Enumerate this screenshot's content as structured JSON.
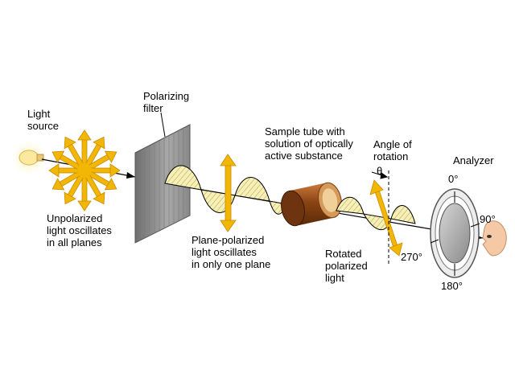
{
  "labels": {
    "light_source": "Light\nsource",
    "unpolarized": "Unpolarized\nlight oscillates\nin all planes",
    "polarizing_filter": "Polarizing\nfilter",
    "plane_polarized": "Plane-polarized\nlight oscillates\nin only one plane",
    "sample_tube": "Sample tube with\nsolution of optically\nactive substance",
    "angle_of_rotation": "Angle of\nrotation",
    "theta": "θ",
    "rotated_polarized": "Rotated\npolarized\nlight",
    "analyzer": "Analyzer",
    "deg_0": "0°",
    "deg_90": "90°",
    "deg_180": "180°",
    "deg_270": "270°"
  },
  "colors": {
    "light_yellow": "#f2b705",
    "wave_fill": "#f6efb6",
    "filter_gray": "#8f8f8f",
    "tube_brown": "#a0521c",
    "analyzer_ring": "#bdbdbd",
    "face_skin": "#f6c9a6"
  }
}
